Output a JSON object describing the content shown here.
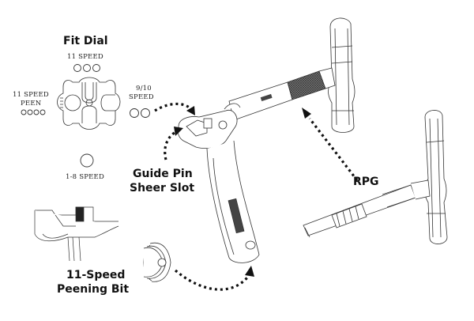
{
  "diagram": {
    "subject": "chain tool with accessories",
    "labels": {
      "fit_dial_title": "Fit Dial",
      "speed_11": "11 SPEED",
      "speed_11_peen_line1": "11 SPEED",
      "speed_11_peen_line2": "PEEN",
      "speed_9_10_line1": "9/10",
      "speed_9_10_line2": "SPEED",
      "speed_1_8": "1-8 SPEED",
      "guide_pin_line1": "Guide Pin",
      "guide_pin_line2": "Sheer Slot",
      "rpg": "RPG",
      "peening_bit_line1": "11-Speed",
      "peening_bit_line2": "Peening Bit"
    },
    "hole_counts": {
      "speed_11": 3,
      "speed_11_peen": 4,
      "speed_9_10": 2,
      "speed_1_8": 1
    },
    "colors": {
      "line": "#333333",
      "arrow": "#111111",
      "background": "#ffffff"
    }
  }
}
